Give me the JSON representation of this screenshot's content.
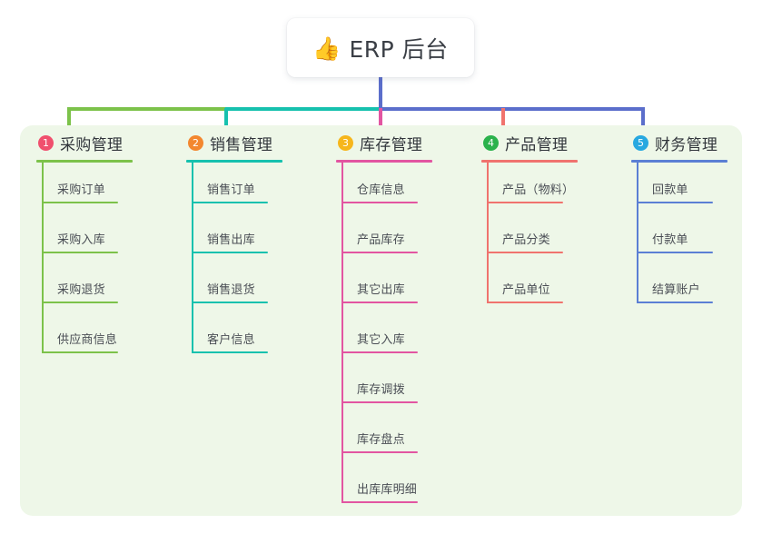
{
  "root": {
    "emoji": "👍",
    "emoji_name": "thumbs-up-icon",
    "title": "ERP 后台"
  },
  "palette": {
    "canvas_background": "#ffffff",
    "panel_background": "#eef7e8",
    "root_card_background": "#ffffff",
    "title_text": "#32363c",
    "item_text": "#4a4e55",
    "trunk": "#5b6ecb"
  },
  "columns": [
    {
      "index": "1",
      "badge_number": "1",
      "badge_color": "#f0506e",
      "title": "采购管理",
      "line_color": "#7cc24a",
      "connector_color": "#7cc24a",
      "items": [
        {
          "label": "采购订单"
        },
        {
          "label": "采购入库"
        },
        {
          "label": "采购退货"
        },
        {
          "label": "供应商信息"
        }
      ]
    },
    {
      "index": "2",
      "badge_number": "2",
      "badge_color": "#f3872f",
      "title": "销售管理",
      "line_color": "#16c1ae",
      "connector_color": "#16c1ae",
      "items": [
        {
          "label": "销售订单"
        },
        {
          "label": "销售出库"
        },
        {
          "label": "销售退货"
        },
        {
          "label": "客户信息"
        }
      ]
    },
    {
      "index": "3",
      "badge_number": "3",
      "badge_color": "#f6b61c",
      "title": "库存管理",
      "line_color": "#e255a1",
      "connector_color": "#e255a1",
      "items": [
        {
          "label": "仓库信息"
        },
        {
          "label": "产品库存"
        },
        {
          "label": "其它出库"
        },
        {
          "label": "其它入库"
        },
        {
          "label": "库存调拨"
        },
        {
          "label": "库存盘点"
        },
        {
          "label": "出库库明细"
        }
      ]
    },
    {
      "index": "4",
      "badge_number": "4",
      "badge_color": "#2bb24c",
      "title": "产品管理",
      "line_color": "#f0736e",
      "connector_color": "#f0736e",
      "items": [
        {
          "label": "产品（物料）"
        },
        {
          "label": "产品分类"
        },
        {
          "label": "产品单位"
        }
      ]
    },
    {
      "index": "5",
      "badge_number": "5",
      "badge_color": "#28a8e0",
      "title": "财务管理",
      "line_color": "#5b7fd4",
      "connector_color": "#5b6ecb",
      "items": [
        {
          "label": "回款单"
        },
        {
          "label": "付款单"
        },
        {
          "label": "结算账户"
        }
      ]
    }
  ]
}
